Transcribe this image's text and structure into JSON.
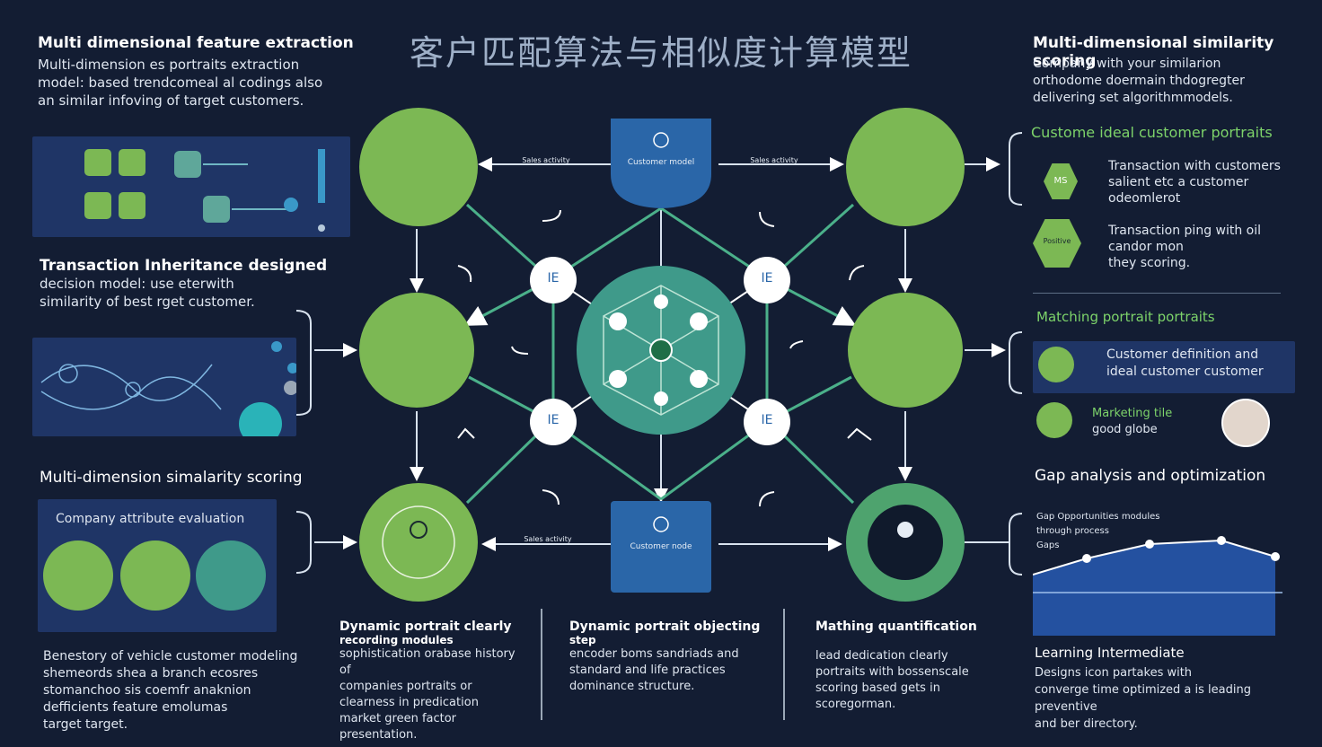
{
  "title": "客户匹配算法与相似度计算模型",
  "left": {
    "s1_title": "Multi dimensional feature extraction",
    "s1_lines": [
      "Multi-dimension es portraits extraction",
      "model: based trendcomeal al codings also",
      "an similar infoving of target customers."
    ],
    "s2_title": "Transaction Inheritance designed",
    "s2_lines": [
      "decision model: use eterwith",
      "similarity of best rget customer."
    ],
    "s3_title": "Multi-dimension simalarity scoring",
    "s3_panel_title": "Company attribute evaluation",
    "s3_lines": [
      "Benestory of vehicle customer modeling",
      "shemeords shea a branch ecosres",
      "stomanchoo sis coemfr anaknion",
      "defficients feature emolumas",
      "target target."
    ]
  },
  "right": {
    "s1_title": "Multi-dimensional similarity scoring",
    "s1_lines": [
      "Company with your similarion",
      "orthodome doermain thdogregter",
      "delivering set algorithmmodels."
    ],
    "s2_title": "Custome ideal customer portraits",
    "s2_items": [
      {
        "badge": "MS",
        "lines": [
          "Transaction with customers",
          "salient etc a customer",
          "odeomlerot"
        ]
      },
      {
        "badge": "Positive",
        "lines": [
          "Transaction ping with oil",
          "candor mon",
          "they scoring."
        ]
      }
    ],
    "s3_title": "Matching portrait portraits",
    "s3_panel": [
      "Customer definition and",
      "ideal customer customer"
    ],
    "s3_item": [
      "Marketing tile",
      "good globe"
    ],
    "s4_title": "Gap analysis and optimization",
    "s4_chart_labels": [
      "Gap Opportunities modules",
      "through process",
      "Gaps"
    ],
    "s5_title": "Learning Intermediate",
    "s5_lines": [
      "Designs icon partakes with",
      "converge time optimized a is leading preventive",
      "and ber directory."
    ]
  },
  "bottom": {
    "c1_title": "Dynamic portrait clearly",
    "c1_sub": "recording modules",
    "c1_lines": [
      "sophistication orabase history of",
      "companies portraits or",
      "clearness in predication",
      "market green factor",
      "presentation."
    ],
    "c2_title": "Dynamic portrait objecting",
    "c2_sub": "step",
    "c2_lines": [
      "encoder boms sandriads and",
      "standard and life practices",
      "dominance structure."
    ],
    "c3_title": "Mathing quantification",
    "c3_lines": [
      "lead dedication clearly",
      "portraits with bossenscale",
      "scoring based gets in",
      "scoregorman."
    ]
  },
  "diagram": {
    "hub_labels": [
      "IE",
      "IE",
      "IE",
      "IE"
    ],
    "top_center_node": "Customer model",
    "bottom_center_node": "Customer node",
    "left_hub_badges": [
      "Sales activity",
      "Sales activity",
      "Sales activity"
    ]
  },
  "colors": {
    "bg": "#131d33",
    "green": "#7cb854",
    "teal": "#3f9a8a",
    "blue": "#2a66a8",
    "accent": "#7dd36a"
  }
}
